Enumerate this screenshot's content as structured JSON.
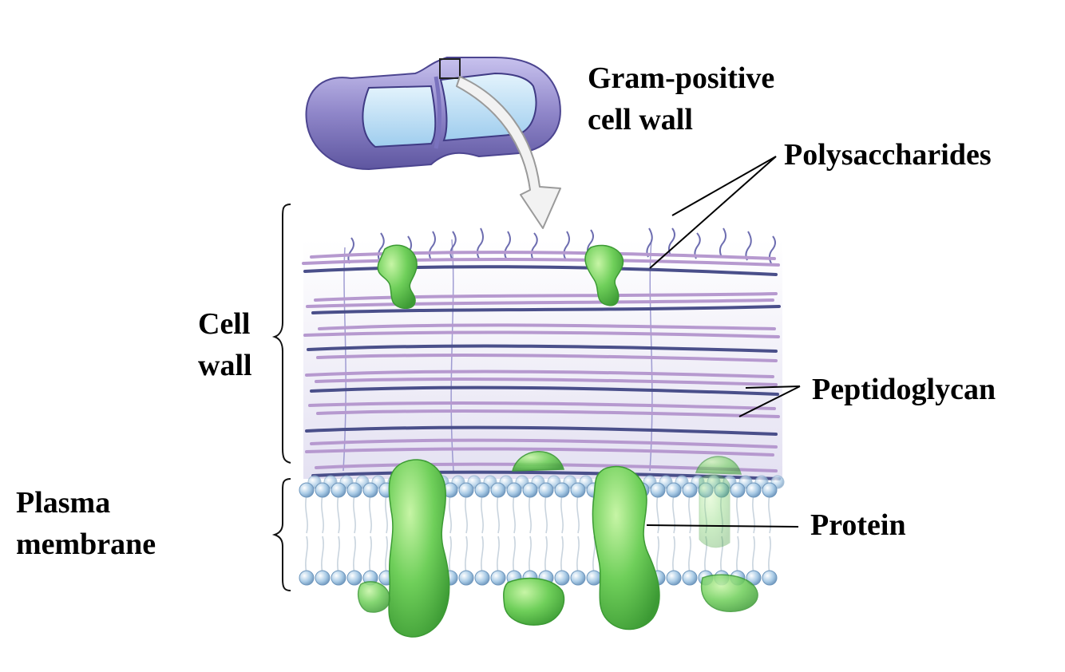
{
  "title": [
    "Gram-positive",
    "cell wall"
  ],
  "labels": {
    "polysaccharides": "Polysaccharides",
    "cell_wall": [
      "Cell",
      "wall"
    ],
    "peptidoglycan": "Peptidoglycan",
    "plasma_membrane": [
      "Plasma",
      "membrane"
    ],
    "protein": "Protein"
  },
  "colors": {
    "cell_body": "#8f86c9",
    "cell_interior": "#bfe0f5",
    "peptidoglycan_dark": "#4a4f8a",
    "peptidoglycan_light": "#b699cf",
    "protein_green": "#6fcf5a",
    "phospholipid_head": "#a9cbe6",
    "arrow_fill": "#f2f2f2"
  },
  "icons": {
    "cell": "rod-bacterium-icon",
    "arrow": "curved-zoom-arrow-icon"
  }
}
